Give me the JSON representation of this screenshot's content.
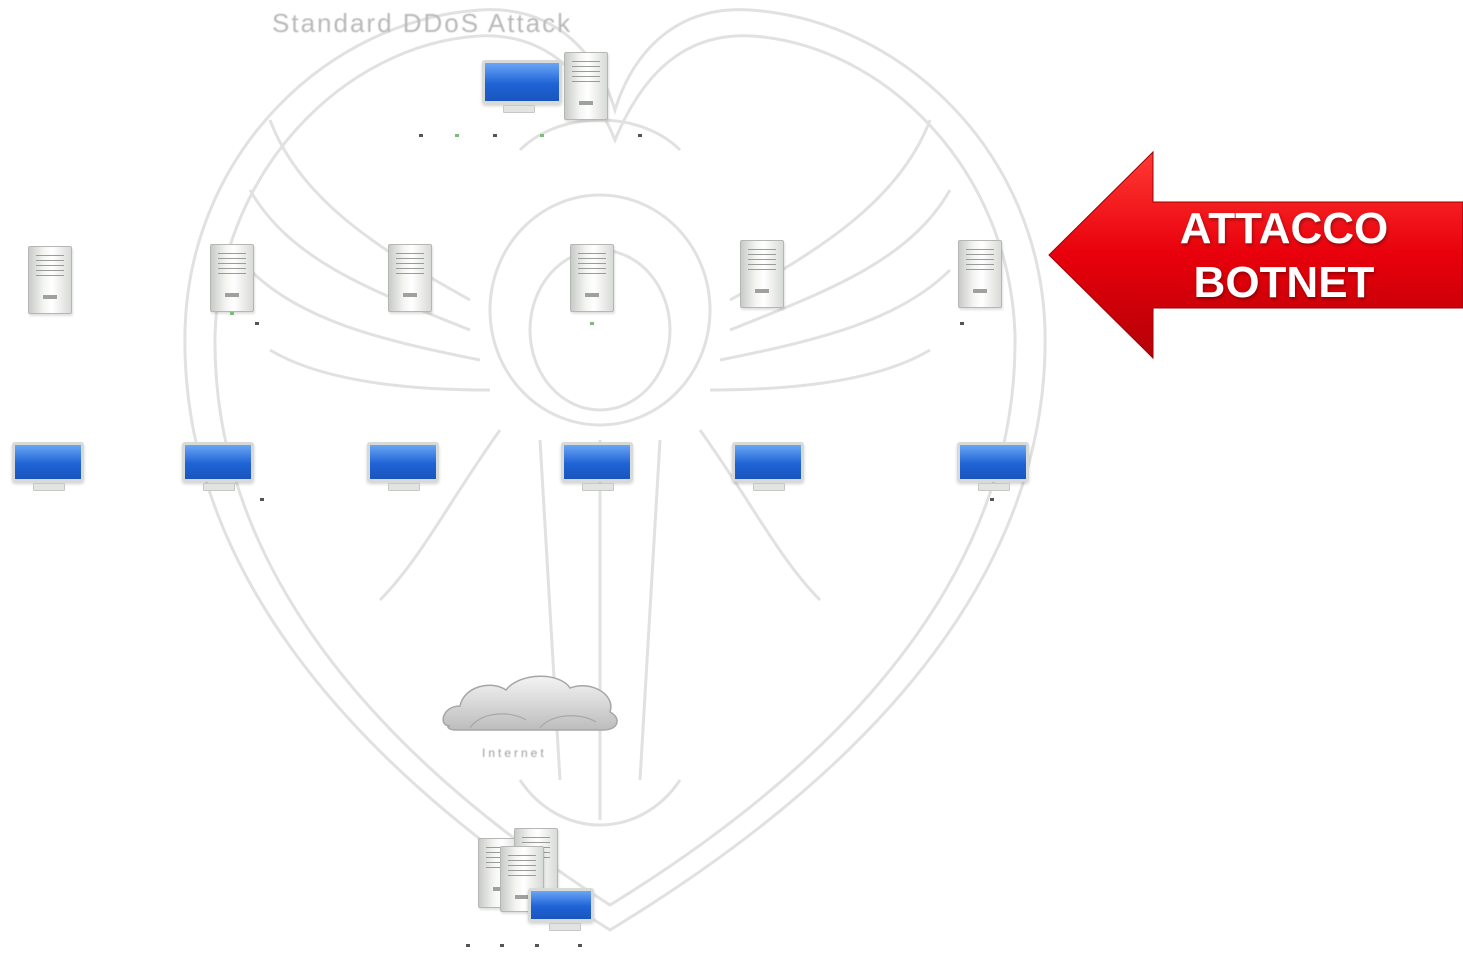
{
  "diagram": {
    "title": "Standard DDoS Attack",
    "top_host_label": "",
    "internet_label": "Internet",
    "target_label": "",
    "bot_server_count": 6,
    "bot_client_count": 6
  },
  "callout": {
    "line1": "ATTACCO",
    "line2": "BOTNET",
    "color": "#e8000b"
  },
  "colors": {
    "watermark": "#d9d9d9",
    "monitor_screen": "#1f63d6"
  }
}
